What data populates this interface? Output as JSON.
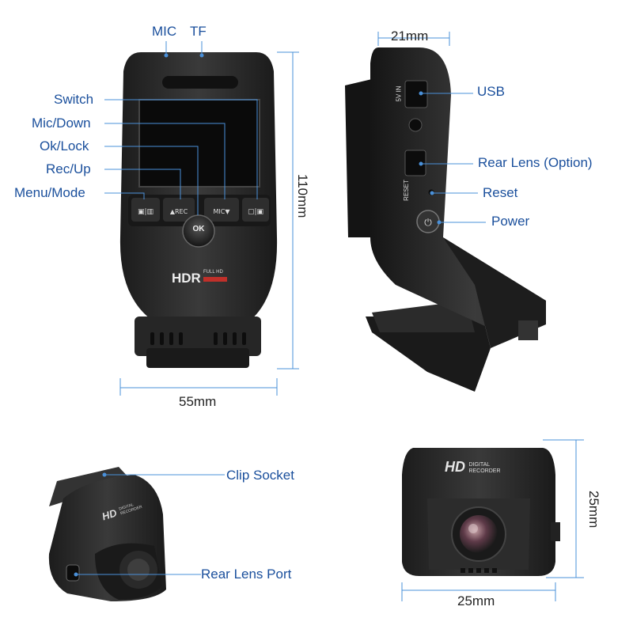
{
  "front_view": {
    "top_labels": [
      "MIC",
      "TF"
    ],
    "side_labels": [
      "Switch",
      "Mic/Down",
      "Ok/Lock",
      "Rec/Up",
      "Menu/Mode"
    ],
    "ok_button": "OK",
    "hdr_text": "HDR",
    "fullhd_text": "FULL HD",
    "height_dim": "110mm",
    "width_dim": "55mm"
  },
  "side_view": {
    "port_labels": [
      "USB",
      "Rear Lens (Option)",
      "Reset",
      "Power"
    ],
    "port_text_5v": "5V IN",
    "port_text_reset": "RESET",
    "top_dim": "21mm"
  },
  "rear_lens_left": {
    "labels": [
      "Clip Socket",
      "Rear Lens Port"
    ],
    "brand": "HD",
    "brand_sub": "DIGITAL RECORDER"
  },
  "rear_lens_right": {
    "brand": "HD",
    "brand_sub": "DIGITAL RECORDER",
    "height_dim": "25mm",
    "width_dim": "25mm"
  },
  "colors": {
    "label": "#1a4f9c",
    "line": "#4a90d9",
    "device": "#2a2a2a"
  }
}
